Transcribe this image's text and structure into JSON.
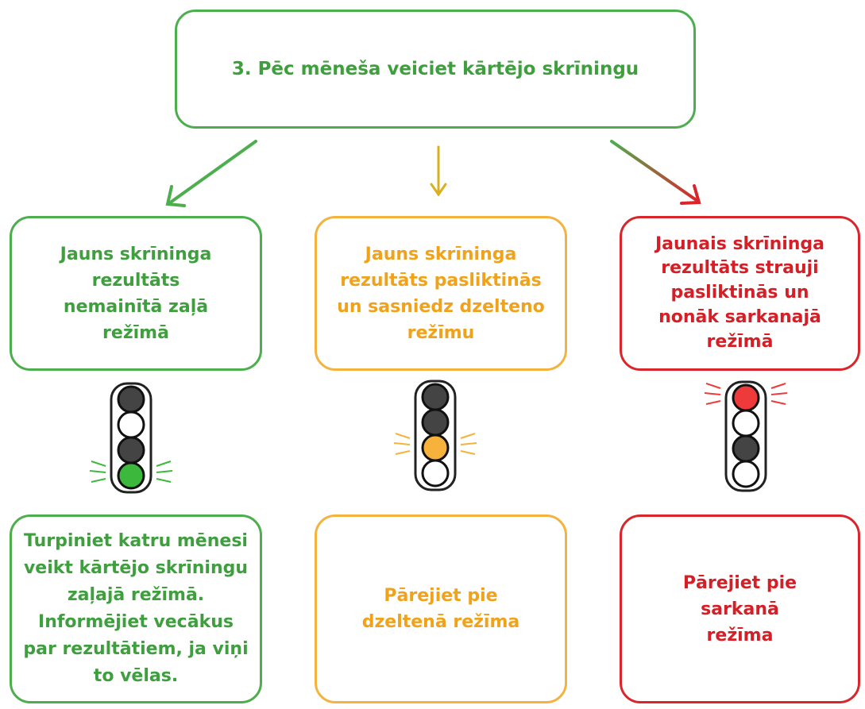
{
  "top": {
    "text": "3. Pēc mēneša veiciet kārtējo skrīningu"
  },
  "columns": [
    {
      "result": "Jauns skrīninga\nrezultāts\nnemainītā zaļā\nrežīmā",
      "action": "Turpiniet katru mēnesi\nveikt kārtējo skrīningu\nzaļajā režīmā.\nInformējiet vecākus\npar rezultātiem, ja viņi\nto vēlas.",
      "color": "#4cae4c",
      "light_on": "bottom"
    },
    {
      "result": "Jauns skrīninga\nrezultāts pasliktinās\nun sasniedz dzelteno\nrežīmu",
      "action": "Pārejiet pie\ndzeltenā režīma",
      "color": "#f4b23e",
      "light_on": "middle"
    },
    {
      "result": "Jaunais skrīninga\nrezultāts strauji\npasliktinās un\nnonāk sarkanajā\nrežīmā",
      "action": "Pārejiet pie\nsarkanā\nrežīma",
      "color": "#d9262b",
      "light_on": "top"
    }
  ],
  "colors": {
    "green": "#4cae4c",
    "orange": "#f4b23e",
    "red": "#d9262b",
    "light_green": "#3cb83c",
    "light_orange": "#f6b23a",
    "light_red": "#ee3a3a"
  }
}
